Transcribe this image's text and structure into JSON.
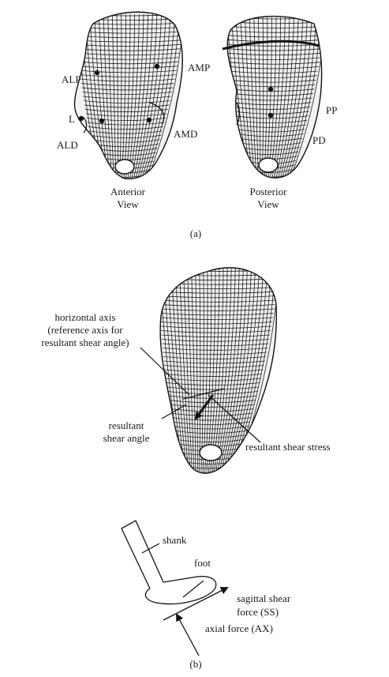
{
  "part_a": {
    "caption": "(a)",
    "anterior_view_label_line1": "Anterior",
    "anterior_view_label_line2": "View",
    "posterior_view_label_line1": "Posterior",
    "posterior_view_label_line2": "View",
    "sensor_labels": {
      "alp": "ALP",
      "l": "L",
      "ald": "ALD",
      "amp": "AMP",
      "amd": "AMD",
      "pp": "PP",
      "pd": "PD"
    }
  },
  "part_b": {
    "caption": "(b)",
    "horizontal_axis_line1": "horizontal axis",
    "horizontal_axis_line2": "(reference axis for",
    "horizontal_axis_line3": "resultant shear angle)",
    "shear_angle_line1": "resultant",
    "shear_angle_line2": "shear angle",
    "shear_stress": "resultant shear stress",
    "shank": "shank",
    "foot": "foot",
    "sagittal_line1": "sagittal shear",
    "sagittal_line2": "force (SS)",
    "axial": "axial force (AX)"
  }
}
